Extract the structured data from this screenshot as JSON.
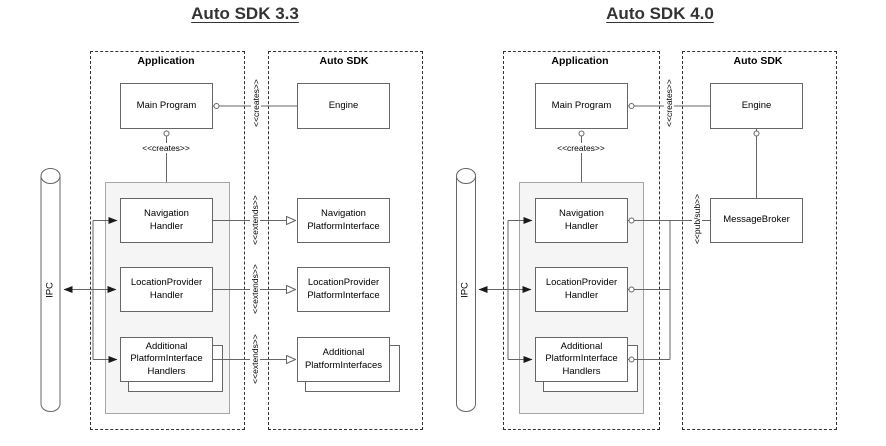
{
  "colors": {
    "box_border": "#666666",
    "line": "#666666",
    "container_fill": "#f5f5f5",
    "container_border": "#a6a6a6",
    "frame_border": "#333333",
    "text": "#000000",
    "title_text": "#333333",
    "box_fill": "#ffffff"
  },
  "left_diagram": {
    "title": "Auto SDK 3.3",
    "ipc_label": "IPC",
    "application": {
      "label": "Application",
      "main_program": "Main Program",
      "handlers": [
        "Navigation\nHandler",
        "LocationProvider\nHandler",
        "Additional\nPlatformInterface\nHandlers"
      ]
    },
    "sdk": {
      "label": "Auto SDK",
      "engine": "Engine",
      "platform_interfaces": [
        "Navigation\nPlatformInterface",
        "LocationProvider\nPlatformInterface",
        "Additional\nPlatformInterfaces"
      ]
    },
    "edge_labels": {
      "creates_engine": "<<creates>>",
      "creates_handlers": "<<creates>>",
      "extends": "<<extends>>"
    }
  },
  "right_diagram": {
    "title": "Auto SDK 4.0",
    "ipc_label": "IPC",
    "application": {
      "label": "Application",
      "main_program": "Main Program",
      "handlers": [
        "Navigation\nHandler",
        "LocationProvider\nHandler",
        "Additional\nPlatformInterface\nHandlers"
      ]
    },
    "sdk": {
      "label": "Auto SDK",
      "engine": "Engine",
      "message_broker": "MessageBroker"
    },
    "edge_labels": {
      "creates_engine": "<<creates>>",
      "creates_handlers": "<<creates>>",
      "pubsub": "<<pub/sub>>"
    }
  }
}
